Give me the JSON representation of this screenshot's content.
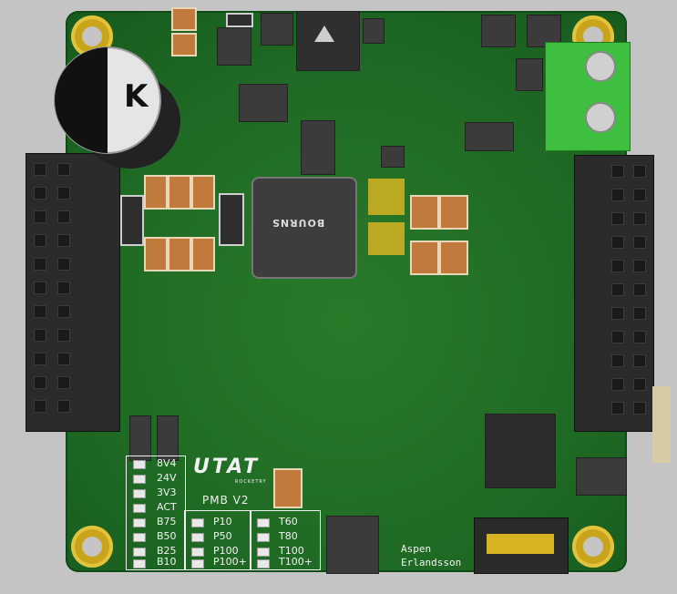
{
  "board": {
    "title": "PMB V2",
    "logo_text": "UTAT",
    "logo_sub": "ROCKETRY",
    "author_line1": "Aspen",
    "author_line2": "Erlandsson",
    "inductor_label": "BOURNS",
    "cap_mark": "K"
  },
  "status_labels": [
    "8V4",
    "24V",
    "3V3",
    "ACT",
    "B75",
    "B50",
    "B25",
    "B10"
  ],
  "p_labels": [
    "P10",
    "P50",
    "P100",
    "P100+"
  ],
  "t_labels": [
    "T60",
    "T80",
    "T100",
    "T100+"
  ],
  "colors": {
    "board": "#1f6a24",
    "gold": "#d7b322",
    "terminal": "#3fbf3f",
    "silkscreen": "#f2f2f2"
  }
}
